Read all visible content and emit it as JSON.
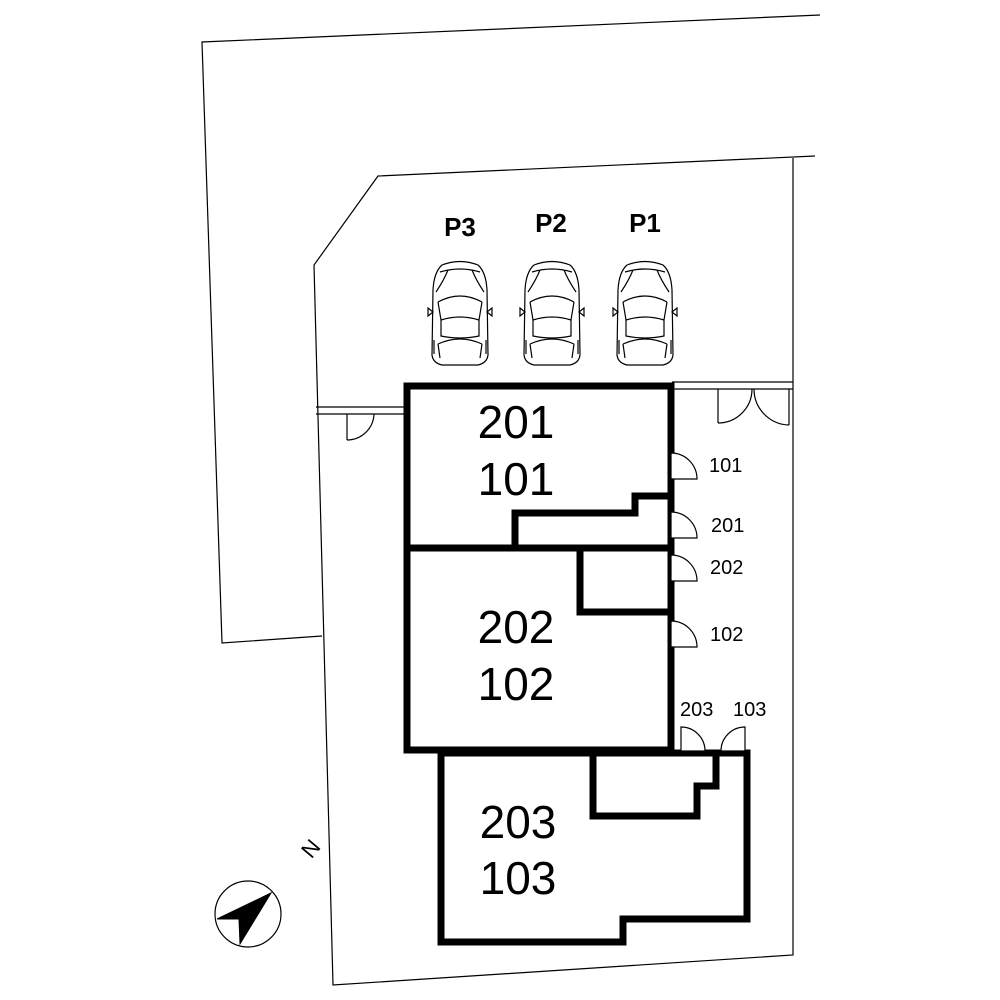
{
  "parking": [
    {
      "label": "P3"
    },
    {
      "label": "P2"
    },
    {
      "label": "P1"
    }
  ],
  "units": [
    {
      "upper": "201",
      "lower": "101"
    },
    {
      "upper": "202",
      "lower": "102"
    },
    {
      "upper": "203",
      "lower": "103"
    }
  ],
  "entrances": {
    "e101": "101",
    "e201": "201",
    "e202": "202",
    "e102": "102",
    "e203": "203",
    "e103": "103"
  },
  "compass": {
    "north_label": "N"
  }
}
